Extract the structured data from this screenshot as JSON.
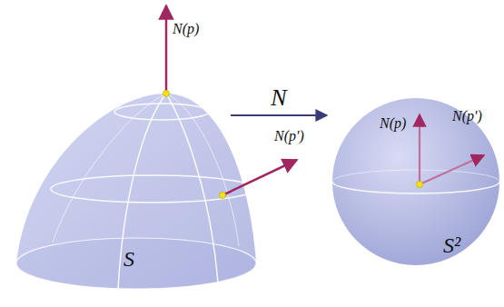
{
  "diagram": {
    "nodes": [
      {
        "text": [
          "S"
        ]
      },
      {
        "text": [
          "S²"
        ]
      }
    ],
    "edges": [
      {
        "from": 0,
        "to": 1,
        "label": "N",
        "arrow": "to"
      }
    ],
    "labels": [
      "N(p)",
      "N(p')",
      "N(p)",
      "N(p')"
    ]
  }
}
